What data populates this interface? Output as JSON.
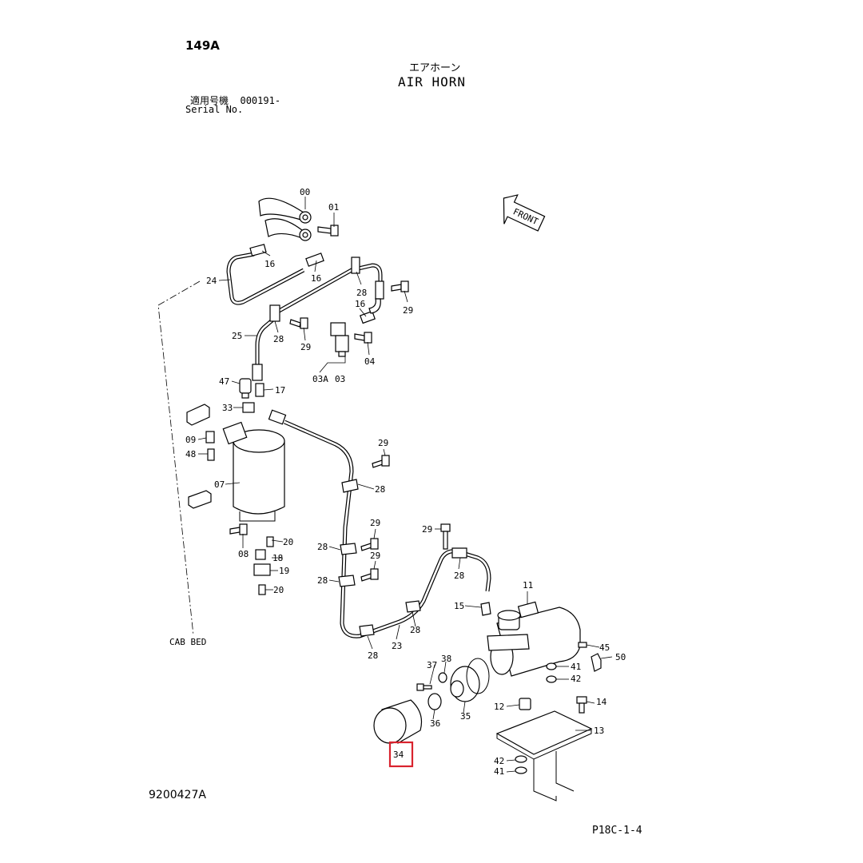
{
  "header": {
    "page_code": "149A",
    "title_jp": "エアホーン",
    "title_en": "AIR HORN",
    "serial_label_jp": "適用号機",
    "serial_value": "000191-",
    "serial_label_en": "Serial No."
  },
  "footer": {
    "ref_left": "9200427A",
    "ref_right": "P18C-1-4"
  },
  "annotations": {
    "front": "FRONT",
    "cab_bed": "CAB BED"
  },
  "highlight": {
    "label": "34",
    "color": "#d9232e"
  },
  "parts": {
    "p00": "00",
    "p01": "01",
    "p03": "03",
    "p03A": "03A",
    "p04": "04",
    "p07": "07",
    "p08": "08",
    "p09": "09",
    "p11": "11",
    "p12": "12",
    "p13": "13",
    "p14": "14",
    "p15": "15",
    "p16a": "16",
    "p16b": "16",
    "p16c": "16",
    "p17": "17",
    "p18": "18",
    "p19": "19",
    "p20a": "20",
    "p20b": "20",
    "p23": "23",
    "p24": "24",
    "p25": "25",
    "p28a": "28",
    "p28b": "28",
    "p28c": "28",
    "p28d": "28",
    "p28e": "28",
    "p28f": "28",
    "p28g": "28",
    "p28h": "28",
    "p29a": "29",
    "p29b": "29",
    "p29c": "29",
    "p29d": "29",
    "p29e": "29",
    "p29f": "29",
    "p33": "33",
    "p35": "35",
    "p36": "36",
    "p37": "37",
    "p38": "38",
    "p41a": "41",
    "p41b": "41",
    "p42a": "42",
    "p42b": "42",
    "p45": "45",
    "p47": "47",
    "p48": "48",
    "p50": "50"
  }
}
